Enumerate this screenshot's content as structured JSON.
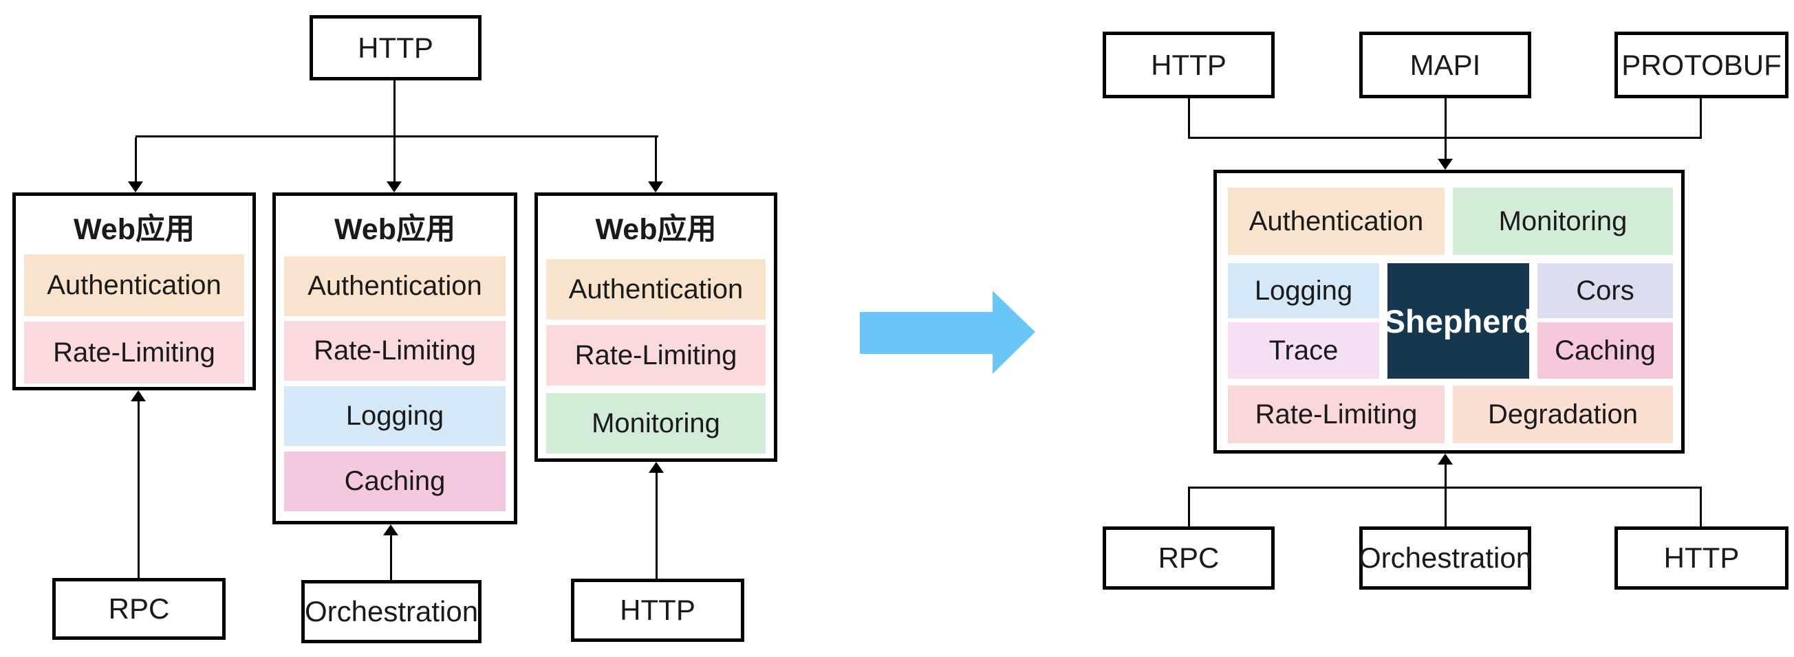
{
  "left_diagram": {
    "ingress": {
      "label": "HTTP"
    },
    "apps": [
      {
        "title": "Web应用",
        "middlewares": [
          {
            "label": "Authentication",
            "color": "#FAE3CC"
          },
          {
            "label": "Rate-Limiting",
            "color": "#FADADC"
          }
        ],
        "egress": {
          "label": "RPC"
        }
      },
      {
        "title": "Web应用",
        "middlewares": [
          {
            "label": "Authentication",
            "color": "#FAE3CC"
          },
          {
            "label": "Rate-Limiting",
            "color": "#FADADC"
          },
          {
            "label": "Logging",
            "color": "#D5E8F7"
          },
          {
            "label": "Caching",
            "color": "#F4C9DF"
          }
        ],
        "egress": {
          "label": "Orchestration"
        }
      },
      {
        "title": "Web应用",
        "middlewares": [
          {
            "label": "Authentication",
            "color": "#FAE3CC"
          },
          {
            "label": "Rate-Limiting",
            "color": "#FADADC"
          },
          {
            "label": "Monitoring",
            "color": "#D2ECD8"
          }
        ],
        "egress": {
          "label": "HTTP"
        }
      }
    ]
  },
  "transition_arrow": {
    "color": "#6AC6F7"
  },
  "right_diagram": {
    "protocols": [
      {
        "label": "HTTP"
      },
      {
        "label": "MAPI"
      },
      {
        "label": "PROTOBUF"
      }
    ],
    "framework": {
      "name": "Shepherd",
      "name_color": "#FFFFFF",
      "core_color": "#17374E",
      "cells": {
        "row1": [
          {
            "label": "Authentication",
            "color": "#FAE3CC"
          },
          {
            "label": "Monitoring",
            "color": "#D2ECD8"
          }
        ],
        "left_column": [
          {
            "label": "Logging",
            "color": "#D5E8F7"
          },
          {
            "label": "Trace",
            "color": "#F4DFF3"
          }
        ],
        "right_column": [
          {
            "label": "Cors",
            "color": "#DCDDEF"
          },
          {
            "label": "Caching",
            "color": "#F5C9DB"
          }
        ],
        "row4": [
          {
            "label": "Rate-Limiting",
            "color": "#FAD8DA"
          },
          {
            "label": "Degradation",
            "color": "#FBDFD3"
          }
        ]
      }
    },
    "backends": [
      {
        "label": "RPC"
      },
      {
        "label": "Orchestration"
      },
      {
        "label": "HTTP"
      }
    ]
  }
}
